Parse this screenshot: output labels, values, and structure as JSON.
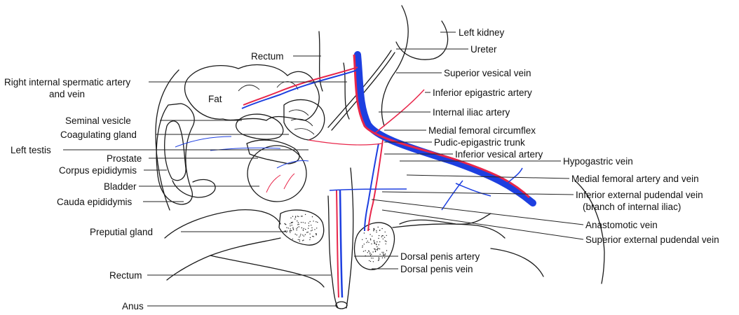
{
  "colors": {
    "artery": "#e8264a",
    "vein": "#1d3fe0",
    "ink": "#1a1a1a"
  },
  "labels": {
    "left_kidney": "Left kidney",
    "ureter": "Ureter",
    "rectum_top": "Rectum",
    "superior_vesical_vein": "Superior vesical vein",
    "right_internal_spermatic_1": "Right internal spermatic artery",
    "right_internal_spermatic_2": "and vein",
    "fat": "Fat",
    "inferior_epigastric_artery": "Inferior epigastric artery",
    "internal_iliac_artery": "Internal iliac artery",
    "seminal_vesicle": "Seminal vesicle",
    "medial_femoral_circumflex": "Medial femoral circumflex",
    "coagulating_gland": "Coagulating gland",
    "pudic_epigastric_trunk": "Pudic-epigastric trunk",
    "left_testis": "Left testis",
    "inferior_vesical_artery": "Inferior vesical artery",
    "prostate": "Prostate",
    "hypogastric_vein": "Hypogastric vein",
    "corpus_epididymis": "Corpus epididymis",
    "medial_femoral_artery_vein": "Medial femoral artery and vein",
    "bladder": "Bladder",
    "inferior_external_pudendal_1": "Inferior external pudendal vein",
    "inferior_external_pudendal_2": "(branch of internal iliac)",
    "cauda_epididymis": "Cauda epididymis",
    "preputial_gland": "Preputial gland",
    "anastomotic_vein": "Anastomotic vein",
    "superior_external_pudendal_vein": "Superior external pudendal vein",
    "dorsal_penis_artery": "Dorsal penis artery",
    "rectum_bottom": "Rectum",
    "dorsal_penis_vein": "Dorsal penis vein",
    "anus": "Anus"
  }
}
